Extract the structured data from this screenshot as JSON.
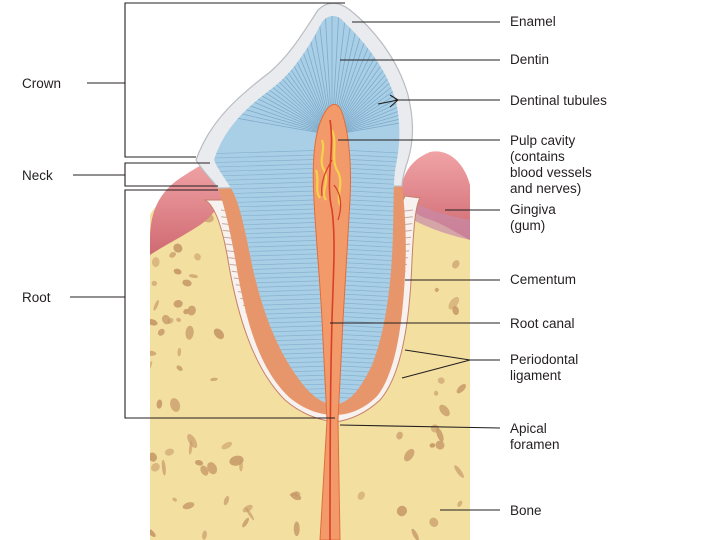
{
  "diagram": {
    "left_labels": {
      "crown": "Crown",
      "neck": "Neck",
      "root": "Root"
    },
    "right_labels": {
      "enamel": "Enamel",
      "dentin": "Dentin",
      "dentinal_tubules": "Dentinal tubules",
      "pulp_cavity": [
        "Pulp cavity",
        "(contains",
        "blood vessels",
        "and nerves)"
      ],
      "gingiva": [
        "Gingiva",
        "(gum)"
      ],
      "cementum": "Cementum",
      "root_canal": "Root canal",
      "periodontal_ligament": [
        "Periodontal",
        "ligament"
      ],
      "apical_foramen": [
        "Apical",
        "foramen"
      ],
      "bone": "Bone"
    },
    "colors": {
      "enamel": "#e9ebee",
      "dentin": "#a9cfe6",
      "tubules": "#6f9fc2",
      "pulp": "#f39a6a",
      "vessel": "#d8402a",
      "gingiva": "#e28a8c",
      "bone": "#f3dfa0",
      "bone_spot": "#c79a68",
      "cementum": "#e7956a",
      "ligament": "#f7f1ef"
    }
  }
}
